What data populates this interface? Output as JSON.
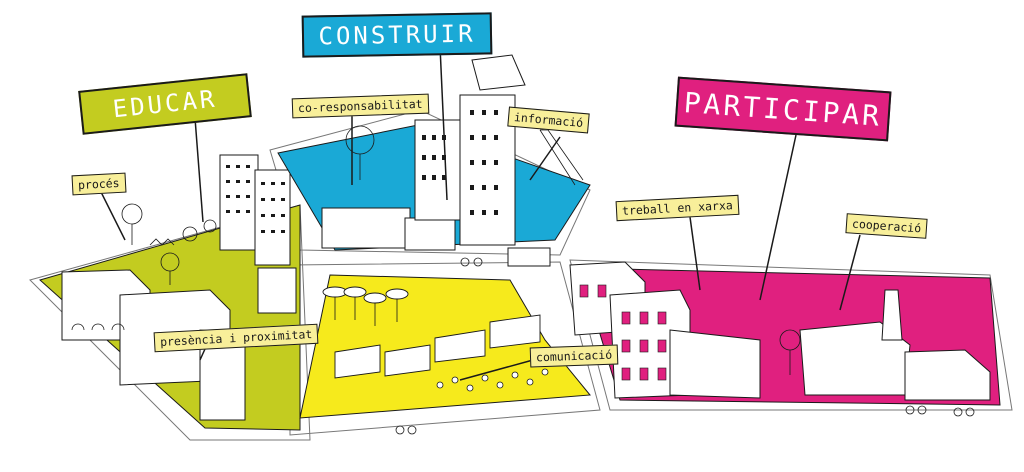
{
  "signs": {
    "educar": "EDUCAR",
    "construir": "CONSTRUIR",
    "participar": "PARTICIPAR"
  },
  "tags": {
    "proces": "procés",
    "presencia": "presència i proximitat",
    "coresponsabilitat": "co-responsabilitat",
    "informacio": "informació",
    "comunicacio": "comunicació",
    "treball": "treball en xarxa",
    "cooperacio": "cooperació"
  },
  "colors": {
    "educar": "#c3cc20",
    "construir": "#1aa9d6",
    "comunicar": "#f6ea1c",
    "participar": "#e0207f",
    "tag": "#f8ef9a",
    "ink": "#1a1a1a"
  }
}
